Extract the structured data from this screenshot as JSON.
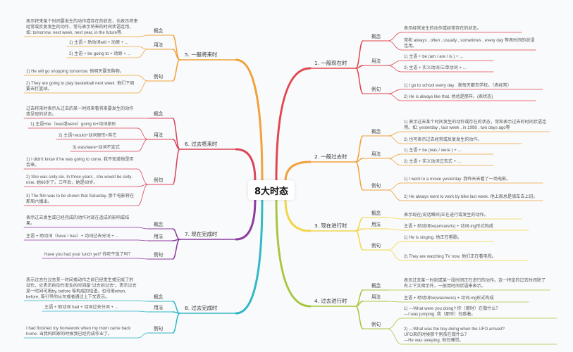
{
  "title": "8大时态",
  "sub_labels": {
    "concept": "概念",
    "usage": "用法",
    "example": "例句"
  },
  "branches": [
    {
      "label": "1. 一般现在时",
      "color": "#e0474c",
      "subs": [
        {
          "label": "概念",
          "leaves": [
            "表示经常发生的动作或经常存在的状态。",
            "常和 always , often , usually , sometimes , every day 等表时间的状语连用。"
          ]
        },
        {
          "label": "用法",
          "leaves": [
            "1) 主语 + be (am / are / is ) + ...",
            "2) 主语 + 实义动词/三单动词 + ..."
          ]
        },
        {
          "label": "例句",
          "leaves": [
            "1) I go to school every day . 我每天都去学校。（表经常）",
            "2) He is always like that. 他总是那样。(表状态)"
          ]
        }
      ]
    },
    {
      "label": "2. 一般过去时",
      "color": "#f0a23c",
      "subs": [
        {
          "label": "概念",
          "leaves": [
            "1) 表示过去某个时间发生的动作或存在的状态，常和表示过去的时间状语连用。如: yesterday , last week , in 1998 , two days ago等",
            "2) 也可表示过去经常或反复发生的动作。"
          ]
        },
        {
          "label": "用法",
          "leaves": [
            "1) 主语 + be (was / were ) + ...",
            "2) 主语 + 实义动词过去式 + ..."
          ]
        },
        {
          "label": "例句",
          "leaves": [
            "1) I went to a movie yesterday. 我昨天去看了一场电影。",
            "2) He always went to work by bike last week. 他上周总是骑车去上班。"
          ]
        }
      ]
    },
    {
      "label": "3. 现在进行时",
      "color": "#f2d64a",
      "subs": [
        {
          "label": "概念",
          "leaves": [
            "表示现在(说话瞬间)正在进行或发生的动作。"
          ]
        },
        {
          "label": "用法",
          "leaves": [
            "主语 + 助动词be(am/are/is) + 动词-ing形式构成"
          ]
        },
        {
          "label": "例句",
          "leaves": [
            "1) He is singing. 他正在唱歌。",
            "2) They are watching TV now. 他们正在看电视。"
          ]
        }
      ]
    },
    {
      "label": "4. 过去进行时",
      "color": "#a6c63e",
      "subs": [
        {
          "label": "概念",
          "leaves": [
            "表示过去某一时刻或某一段时间正在进行的动作。这一特定的过去时间除了有上下文暗示外，一般用时间状语来表示。"
          ]
        },
        {
          "label": "用法",
          "leaves": [
            "主语 + 助动词be(was/were) + 动词-ing形式构成"
          ]
        },
        {
          "label": "例句",
          "leaves": [
            "1) ---What were you doing? 你（那时）在做什么？\n    ---I was jumping. 我（那时）在跳着。",
            "2) ---What was the boy doing when the UFO arrived?\n        UFO来的时候那个男孩在做什么？\n   ---He was sleeping. 他在睡觉。"
          ]
        }
      ]
    },
    {
      "label": "5. 一般将来时",
      "color": "#f0a23c",
      "subs": [
        {
          "label": "概念",
          "leaves": [
            "表示将来某个时间要发生的动作或存在的状态，也表示将来经常或反复发生的动作，常与表示将来的时间状语连用，如: tomorrow, next week, next year, in the future等."
          ]
        },
        {
          "label": "用法",
          "leaves": [
            "1) 主语 + 助动词will + 动原 + ...",
            "2) 主语 + be going to + 动原 + ..."
          ]
        },
        {
          "label": "例句",
          "leaves": [
            "1) He will go shopping tomorrow. 他明天要去购物。",
            "2) They are going to play basketball next week. 他们下周要去打篮球。"
          ]
        }
      ]
    },
    {
      "label": "6. 过去将来时",
      "color": "#d9455a",
      "subs": [
        {
          "label": "概念",
          "leaves": [
            "过去将来时表示从过去的某一时间来看将来要发生的动作或呈现的状态。"
          ]
        },
        {
          "label": "用法",
          "leaves": [
            "1) 主语+be（was或were）going to+动词原形",
            "2) 主语+would+动词原形+其它",
            "3) was/were+动词不定式"
          ]
        },
        {
          "label": "例句",
          "leaves": [
            "1) I didn't know if he was going to come. 我不知道他是否会来。",
            "2) She was sixty-six. In three years , she would be sixty-nine. 她66岁了。三年后，她是69岁。",
            "3) The film was to be shown that Saturday. 那个电影将在那周六播出。"
          ]
        }
      ]
    },
    {
      "label": "7. 现在完成时",
      "color": "#8a3c9e",
      "subs": [
        {
          "label": "概念",
          "leaves": [
            "表示过去发生或已经完成的动作对现在造成的影响或结果。"
          ]
        },
        {
          "label": "用法",
          "leaves": [
            "主语 + 助动词（have / has）+ 动词过去分词 + ..."
          ]
        },
        {
          "label": "例句",
          "leaves": [
            "Have you had your lunch yet? 你吃午饭了吗？"
          ]
        }
      ]
    },
    {
      "label": "8. 过去完成时",
      "color": "#33b8c6",
      "subs": [
        {
          "label": "概念",
          "leaves": [
            "表示过去在过去某一时间或动作之前已经发生或完成了的动作。它表示的动作发生的时间是\"过去的过去\"。表示过去某一时间可用by, before 等构成的短语，也可用when, before, 等引导的从句或者通过上下文表示。"
          ]
        },
        {
          "label": "用法",
          "leaves": [
            "主语 + 助动词 had + 动词过去分词 + ..."
          ]
        },
        {
          "label": "例句",
          "leaves": [
            "I had finished my homework when my mom came back home. 当我妈回家的时候我已经完成作业了。"
          ]
        }
      ]
    }
  ]
}
